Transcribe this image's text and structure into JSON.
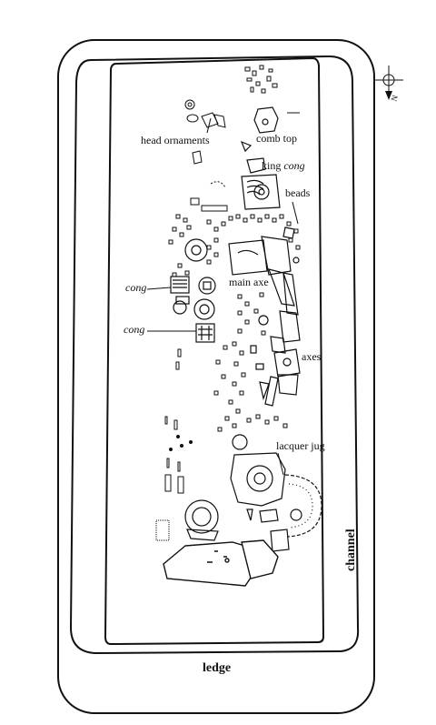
{
  "labels": {
    "head_ornaments": "head ornaments",
    "comb_top": "comb top",
    "king_prefix": "king ",
    "king_cong": "cong",
    "beads": "beads",
    "cong_1": "cong",
    "main_axe": "main axe",
    "cong_2": "cong",
    "axes": "axes",
    "lacquer_jug": "lacquer jug",
    "channel": "channel",
    "ledge": "ledge",
    "compass_n": "N"
  },
  "colors": {
    "ink": "#111111",
    "paper": "#ffffff",
    "pit_fill": "#e9e9e9"
  }
}
